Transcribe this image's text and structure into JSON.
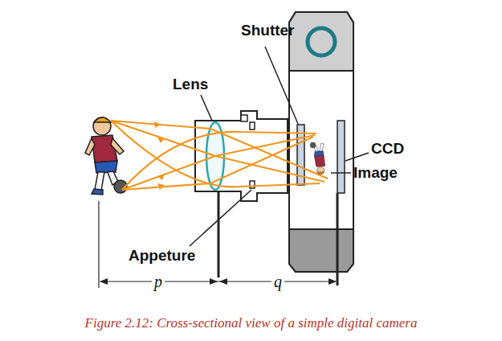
{
  "diagram": {
    "caption": "Figure 2.12: Cross-sectional view of a simple digital camera",
    "labels": [
      "Shutter",
      "Lens",
      "CCD",
      "Image",
      "Appeture",
      "p",
      "q"
    ]
  }
}
